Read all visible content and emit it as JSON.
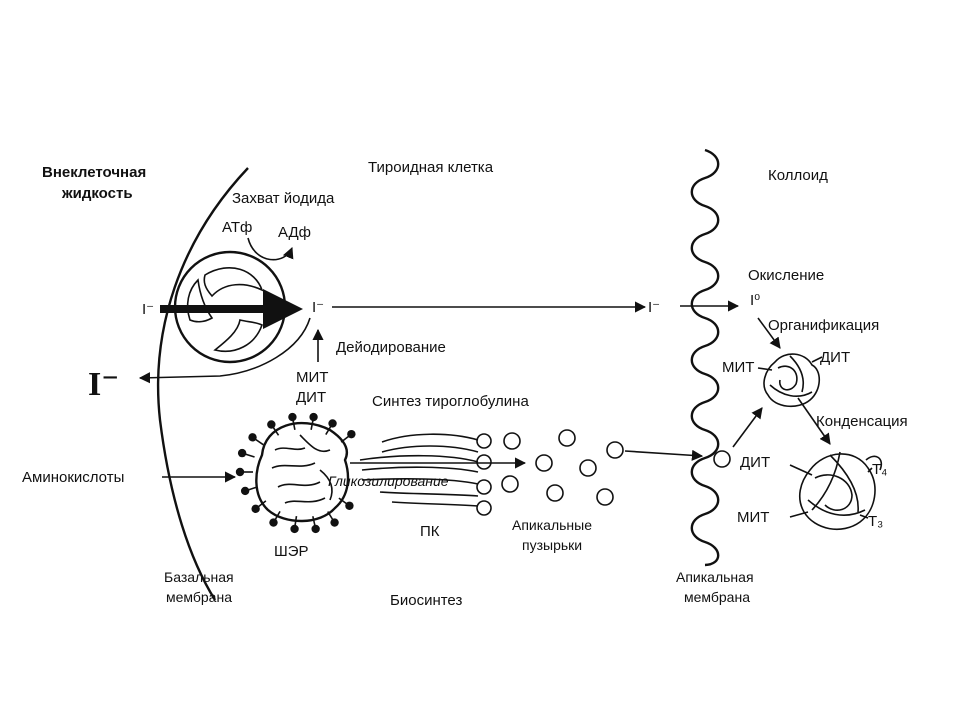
{
  "labels": {
    "extracellular": "Внеклеточная",
    "fluid": "жидкость",
    "thyroid_cell": "Тироидная клетка",
    "colloid": "Коллоид",
    "iodide_uptake": "Захват йодида",
    "atp": "АТф",
    "adp": "АДф",
    "iodide_in": "I⁻",
    "iodide_cell": "I⁻",
    "iodide_colloid": "I⁻",
    "iodide_out": "I⁻",
    "deiodination": "Дейодирование",
    "mit": "МИТ",
    "dit": "ДИТ",
    "oxidation": "Окисление",
    "iodine_zero": "I⁰",
    "organification": "Органификация",
    "mit_colloid": "МИТ",
    "dit_colloid": "ДИТ",
    "condensation": "Конденсация",
    "dit_lower": "ДИТ",
    "mit_lower": "МИТ",
    "t4": "T₄",
    "t3": "T₃",
    "thyroglobulin_synthesis": "Синтез тироглобулина",
    "amino_acids": "Аминокислоты",
    "glycosylation": "Гликозилирование",
    "ser": "ШЭР",
    "golgi": "ПК",
    "apical_vesicles_1": "Апикальные",
    "apical_vesicles_2": "пузырьки",
    "basal_membrane_1": "Базальная",
    "basal_membrane_2": "мембрана",
    "biosynthesis": "Биосинтез",
    "apical_membrane_1": "Апикальная",
    "apical_membrane_2": "мембрана"
  }
}
